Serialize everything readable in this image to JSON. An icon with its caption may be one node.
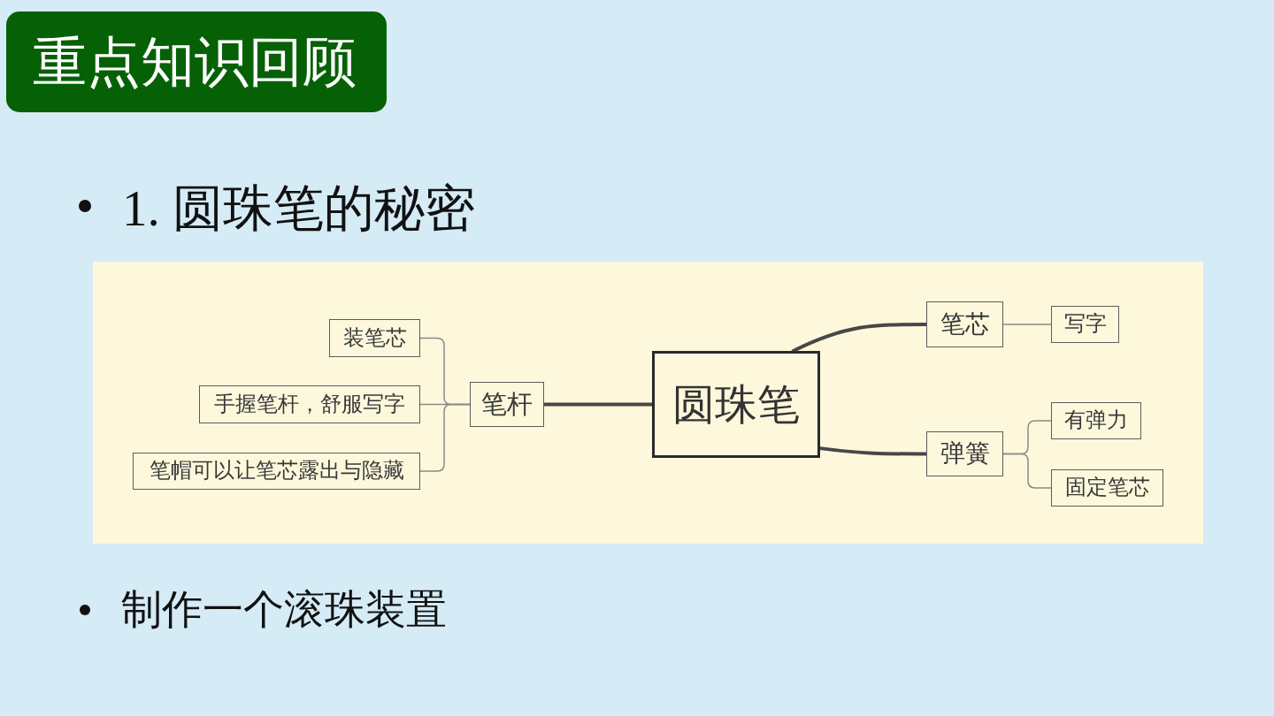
{
  "diagram": {
    "title": "重点知识回顾",
    "nodes": [
      {
        "text": [
          "圆珠笔"
        ]
      },
      {
        "text": [
          "笔杆"
        ]
      },
      {
        "text": [
          "装笔芯"
        ]
      },
      {
        "text": [
          "手握笔杆，舒服写字"
        ]
      },
      {
        "text": [
          "笔帽可以让笔芯露出与隐藏"
        ]
      },
      {
        "text": [
          "笔芯"
        ]
      },
      {
        "text": [
          "写字"
        ]
      },
      {
        "text": [
          "弹簧"
        ]
      },
      {
        "text": [
          "有弹力"
        ]
      },
      {
        "text": [
          "固定笔芯"
        ]
      }
    ],
    "edges": [
      {
        "from": 0,
        "to": 1,
        "arrow": "none",
        "style": "thick"
      },
      {
        "from": 1,
        "to": 2,
        "arrow": "none"
      },
      {
        "from": 1,
        "to": 3,
        "arrow": "none"
      },
      {
        "from": 1,
        "to": 4,
        "arrow": "none"
      },
      {
        "from": 0,
        "to": 5,
        "arrow": "none",
        "style": "thick"
      },
      {
        "from": 5,
        "to": 6,
        "arrow": "none"
      },
      {
        "from": 0,
        "to": 7,
        "arrow": "none",
        "style": "thick"
      },
      {
        "from": 7,
        "to": 8,
        "arrow": "none"
      },
      {
        "from": 7,
        "to": 9,
        "arrow": "none"
      }
    ],
    "labels": [
      "1. 圆珠笔的秘密",
      "制作一个滚珠装置"
    ]
  }
}
